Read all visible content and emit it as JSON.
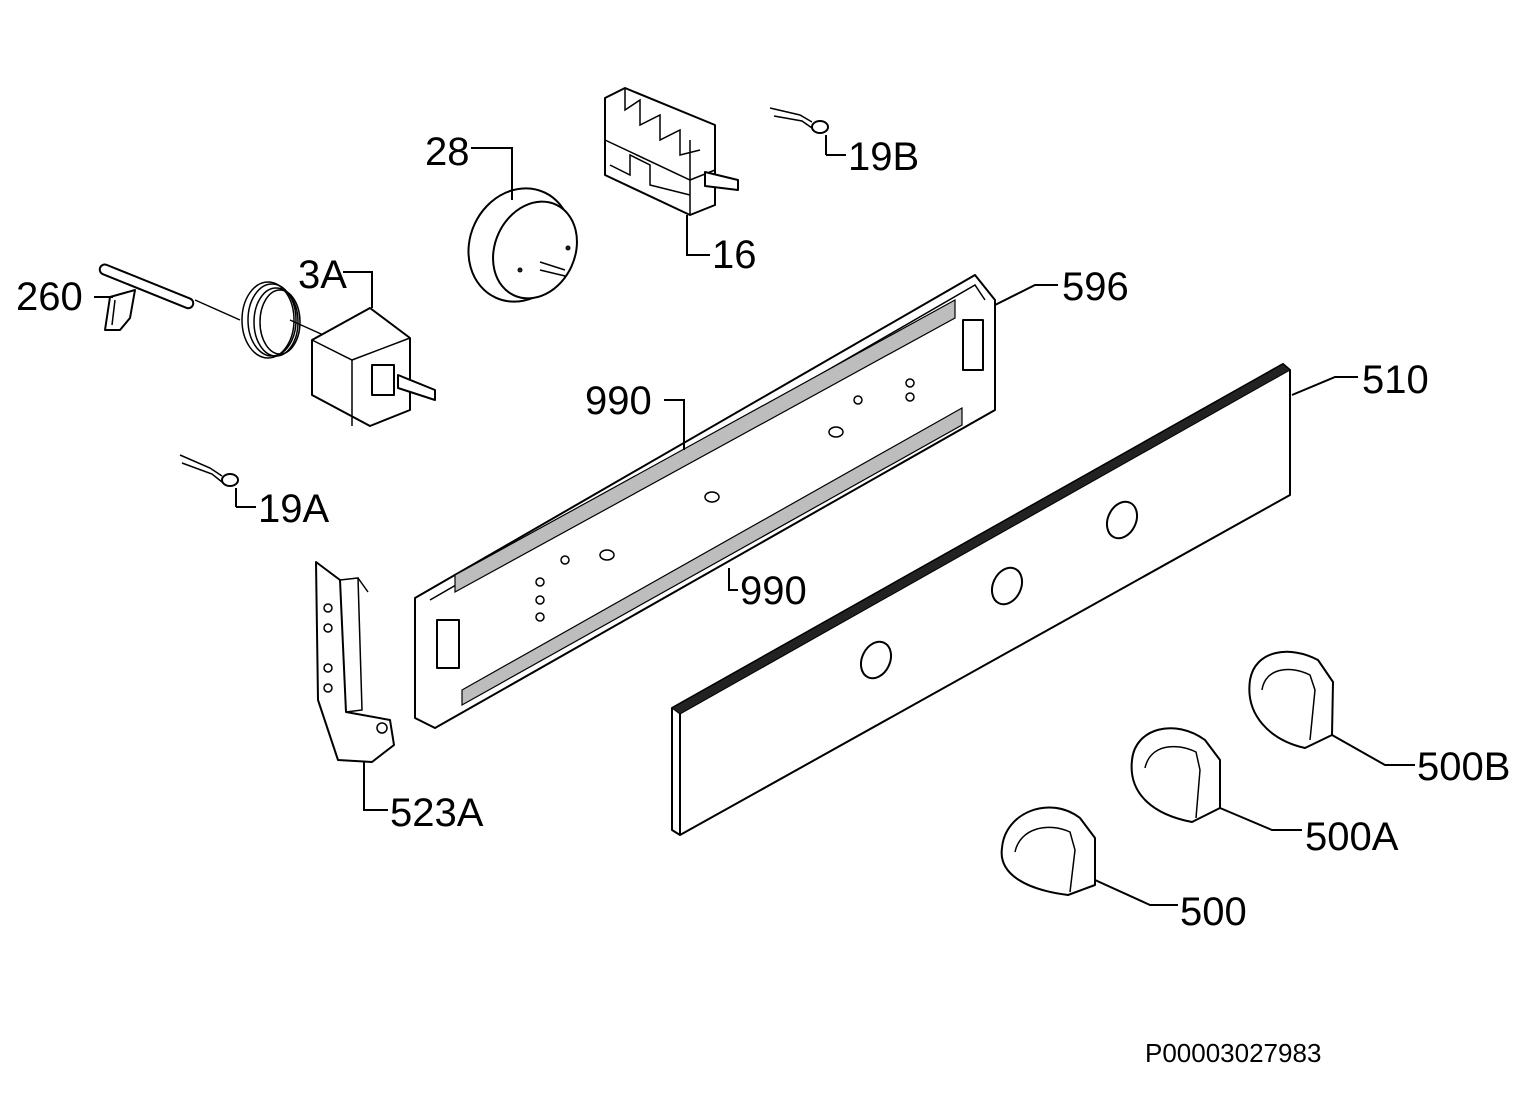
{
  "diagram": {
    "labels": {
      "p28": "28",
      "p16": "16",
      "p19b": "19B",
      "p260": "260",
      "p3a": "3A",
      "p596": "596",
      "p510": "510",
      "p990a": "990",
      "p990b": "990",
      "p19a": "19A",
      "p523a": "523A",
      "p500b": "500B",
      "p500a": "500A",
      "p500": "500"
    },
    "drawing_id": "P00003027983"
  }
}
